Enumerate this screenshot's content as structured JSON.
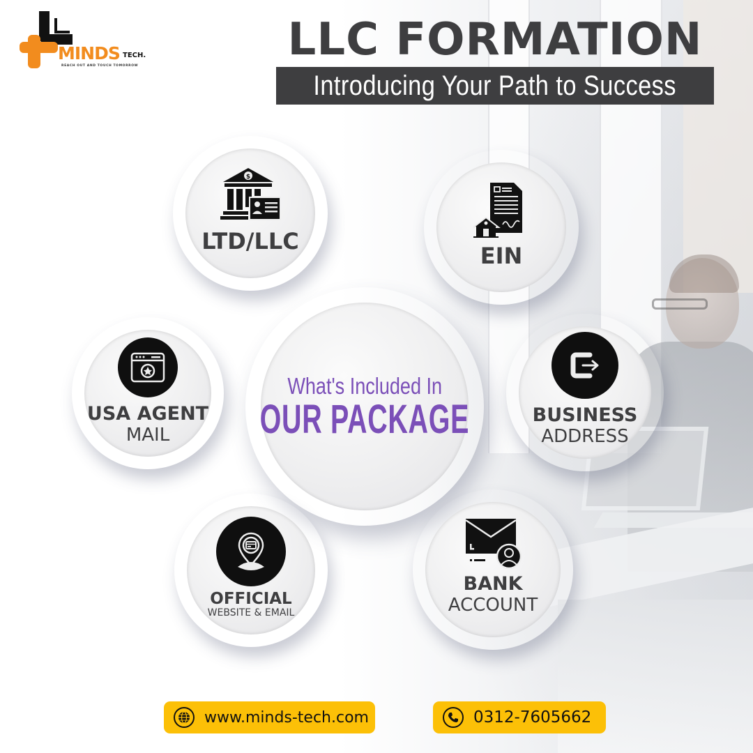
{
  "brand": {
    "name": "MINDS",
    "suffix": "TECH.",
    "tagline": "REACH OUT AND TOUCH TOMORROW",
    "colors": {
      "orange": "#f28c1e",
      "black": "#111111"
    }
  },
  "header": {
    "title": "LLC FORMATION",
    "subtitle": "Introducing Your Path to Success"
  },
  "center": {
    "line1": "What's Included In",
    "line2": "OUR PACKAGE",
    "ring_color": "#21cbb6",
    "text_color": "#7b4fb8"
  },
  "services": [
    {
      "id": "ltd-llc",
      "bold": "LTD/LLC",
      "light": "",
      "icon": "bank-id-card-icon",
      "ring_color": "#e88a10"
    },
    {
      "id": "ein",
      "bold": "EIN",
      "light": "",
      "icon": "document-house-icon",
      "ring_color": "#1a6fe0"
    },
    {
      "id": "usa-agent-mail",
      "bold": "USA AGENT",
      "light": "MAIL",
      "icon": "browser-star-icon",
      "ring_color": "#1a6fe0"
    },
    {
      "id": "business-address",
      "bold": "BUSINESS",
      "light": "ADDRESS",
      "icon": "exit-arrow-icon",
      "ring_color": "#e8186f"
    },
    {
      "id": "official-website-email",
      "bold": "OFFICIAL",
      "light": "WEBSITE & EMAIL",
      "icon": "location-pin-card-icon",
      "ring_color": "#e8186f"
    },
    {
      "id": "bank-account",
      "bold": "BANK",
      "light": "ACCOUNT",
      "icon": "mail-user-icon",
      "ring_color": "#e88a10"
    }
  ],
  "contact": {
    "website": "www.minds-tech.com",
    "phone": "0312-7605662",
    "pill_color": "#fcc007"
  }
}
